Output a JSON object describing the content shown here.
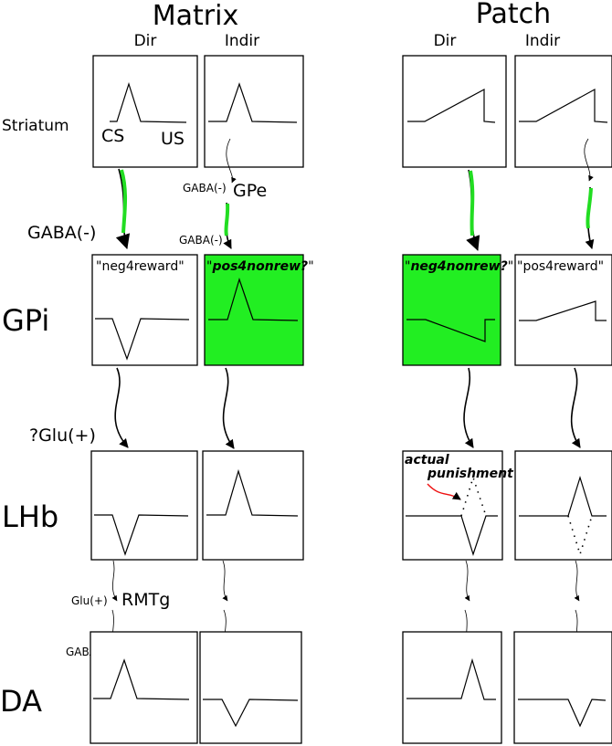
{
  "headers": {
    "matrix": "Matrix",
    "patch": "Patch"
  },
  "columns": {
    "dir": "Dir",
    "indir": "Indir"
  },
  "rows": {
    "striatum": "Striatum",
    "gpi": "GPi",
    "lhb": "LHb",
    "da": "DA"
  },
  "striatum_labels": {
    "cs": "CS",
    "us": "US"
  },
  "connections": {
    "gaba_large": "GABA(-)",
    "gaba_small_gpe": "GABA(-)",
    "gpe": "GPe",
    "gaba_small_gpi": "GABA(-)",
    "glu_q": "?Glu(+)",
    "glu_small": "Glu(+)",
    "rmtg": "RMTg",
    "gaba_small_da": "GABA(-)"
  },
  "gpi_labels": {
    "neg4reward": "\"neg4reward\"",
    "pos4nonrew": "pos4nonrew?",
    "neg4nonrew": "neg4nonrew?",
    "pos4reward": "\"pos4reward\""
  },
  "annotations": {
    "actual_line1": "actual",
    "actual_line2": "punishment"
  },
  "colors": {
    "highlight_green": "#22ee22",
    "arrow_green": "#22dd22",
    "arrow_red": "#ee1111"
  }
}
